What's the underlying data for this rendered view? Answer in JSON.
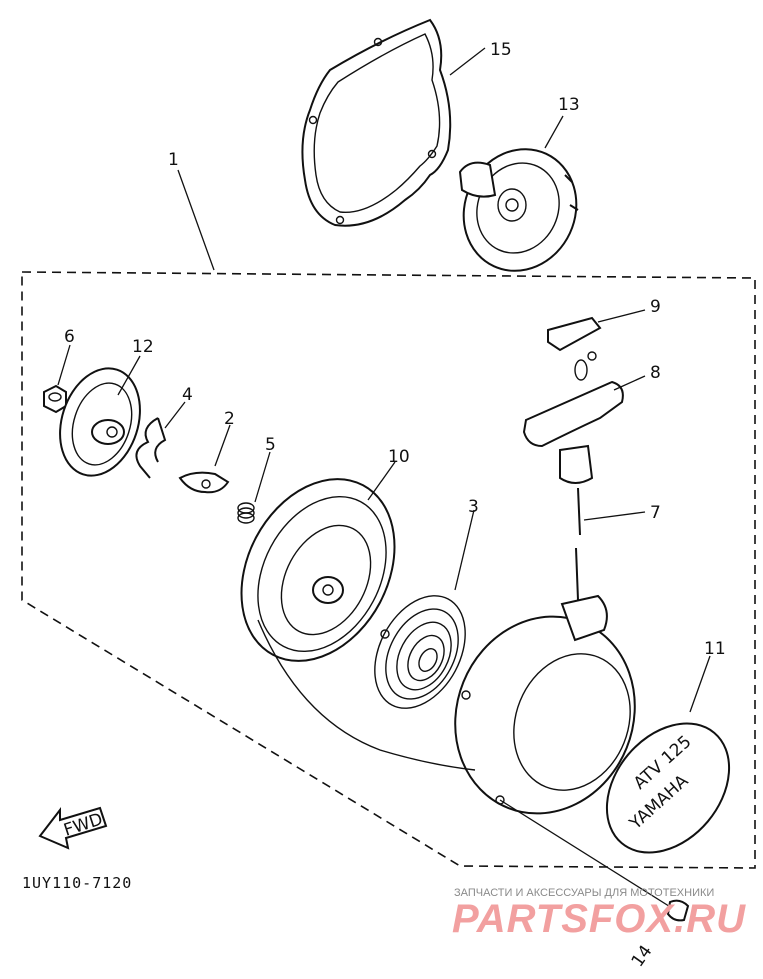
{
  "diagram": {
    "labels": {
      "p1": "1",
      "p2": "2",
      "p3": "3",
      "p4": "4",
      "p5": "5",
      "p6": "6",
      "p7": "7",
      "p8": "8",
      "p9": "9",
      "p10": "10",
      "p11": "11",
      "p12": "12",
      "p13": "13",
      "p14": "14",
      "p15": "15"
    },
    "fwd_arrow": "FWD",
    "emblem_line1": "ATV 125",
    "emblem_line2": "YAMAHA",
    "diagram_code": "1UY110-7120"
  },
  "watermark": {
    "tagline": "ЗАПЧАСТИ И АКСЕССУАРЫ ДЛЯ МОТОТЕХНИКИ",
    "brand": "PARTSFOX.RU"
  }
}
